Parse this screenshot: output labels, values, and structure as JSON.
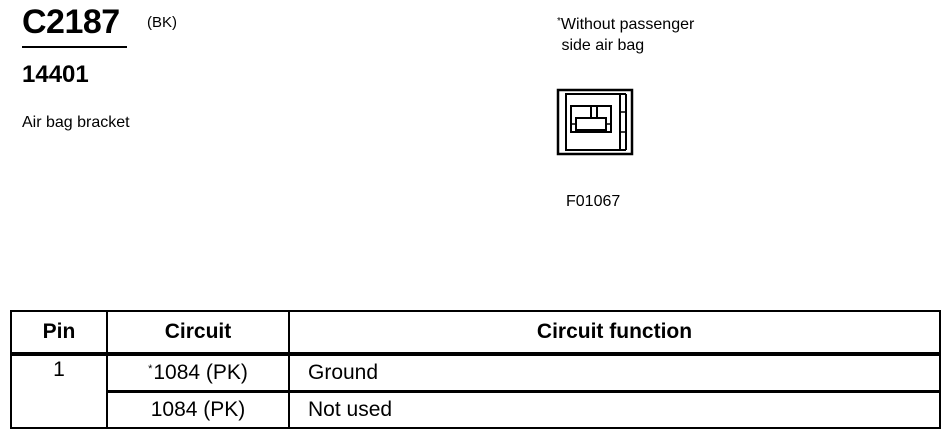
{
  "header": {
    "connector_id": "C2187",
    "color_code": "(BK)",
    "part_number": "14401",
    "location": "Air bag bracket"
  },
  "note": {
    "marker": "*",
    "text": "Without passenger\n side air bag"
  },
  "diagram": {
    "figure_id": "F01067",
    "icon": "connector-face-icon"
  },
  "table": {
    "headers": {
      "pin": "Pin",
      "circuit": "Circuit",
      "function": "Circuit function"
    },
    "rows": [
      {
        "pin": "1",
        "marker": "*",
        "circuit": "1084 (PK)",
        "function": "Ground"
      },
      {
        "pin": "",
        "marker": "",
        "circuit": "1084 (PK)",
        "function": "Not used"
      }
    ]
  }
}
